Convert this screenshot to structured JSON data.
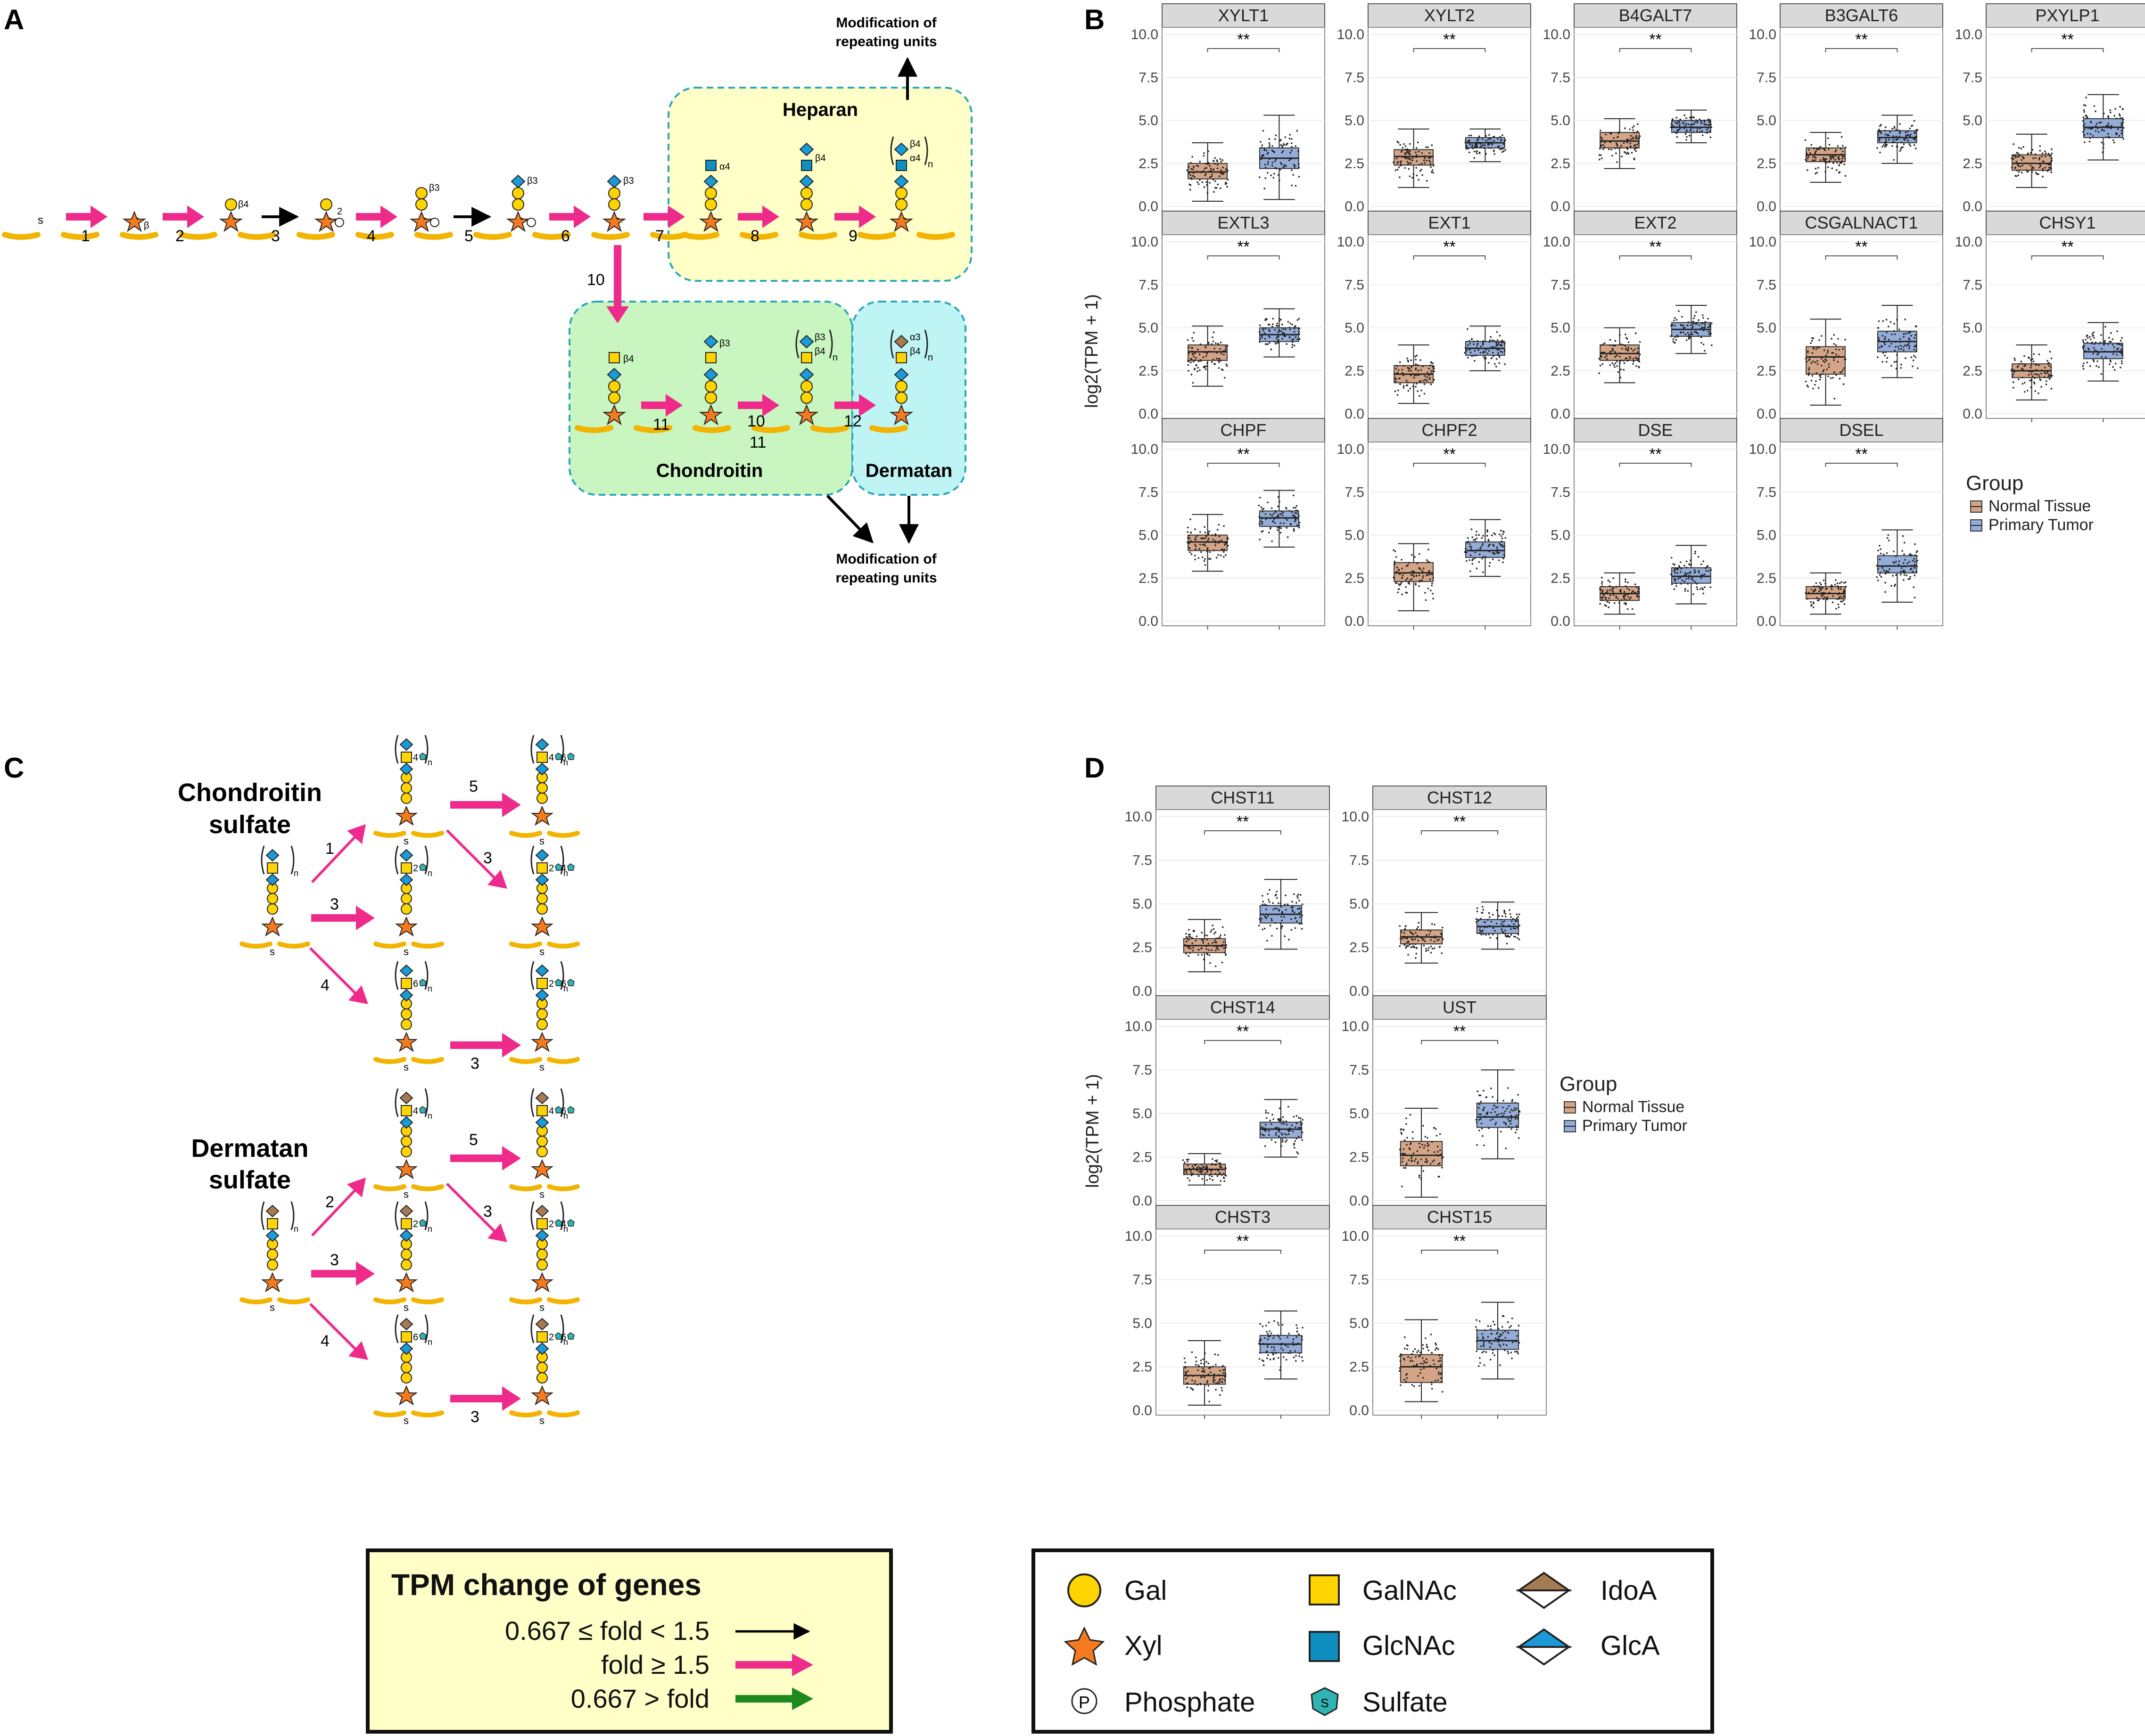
{
  "panel_labels": [
    "A",
    "B",
    "C",
    "D"
  ],
  "panelA": {
    "s": "s",
    "beta": "β",
    "steps": [
      "1",
      "2",
      "3",
      "4",
      "5",
      "6",
      "7",
      "8",
      "9",
      "10",
      "11",
      "10",
      "11",
      "12"
    ],
    "linkages": [
      "β4",
      "2",
      "β3",
      "β3",
      "β3",
      "α4",
      "β4",
      "β4",
      "α4",
      "β4",
      "β3",
      "β3",
      "β4",
      "α3",
      "β4"
    ],
    "subscript_n": "n",
    "region_heparan": "Heparan",
    "region_chondroitin": "Chondroitin",
    "region_dermatan": "Dermatan",
    "modification_label_line1": "Modification of",
    "modification_label_line2": "repeating units"
  },
  "panelC": {
    "cs_title_line1": "Chondroitin",
    "cs_title_line2": "sulfate",
    "ds_title_line1": "Dermatan",
    "ds_title_line2": "sulfate",
    "cs_steps": [
      "1",
      "3",
      "4",
      "5",
      "3",
      "3"
    ],
    "ds_steps": [
      "2",
      "3",
      "4",
      "5",
      "3",
      "3"
    ],
    "sulfate_marks": [
      "4",
      "2",
      "6",
      "4",
      "6",
      "2",
      "4",
      "2",
      "6"
    ],
    "subscript_n": "n",
    "s": "s"
  },
  "chart_data": [
    {
      "type": "box",
      "panel": "B",
      "ylabel": "log2(TPM + 1)",
      "ylim": [
        0,
        10
      ],
      "yticks": [
        "0.0",
        "2.5",
        "5.0",
        "7.5",
        "10.0"
      ],
      "significance": "**",
      "legend_title": "Group",
      "series_names": [
        "Normal Tissue",
        "Primary Tumor"
      ],
      "colors": {
        "Normal Tissue": "#d4a487",
        "Primary Tumor": "#93acd8"
      },
      "facets": [
        {
          "gene": "XYLT1",
          "normal": {
            "min": 0.3,
            "q1": 1.6,
            "median": 2.0,
            "q3": 2.5,
            "max": 3.7
          },
          "tumor": {
            "min": 0.4,
            "q1": 2.2,
            "median": 2.8,
            "q3": 3.4,
            "max": 5.3
          }
        },
        {
          "gene": "XYLT2",
          "normal": {
            "min": 1.1,
            "q1": 2.4,
            "median": 2.9,
            "q3": 3.3,
            "max": 4.5
          },
          "tumor": {
            "min": 2.6,
            "q1": 3.4,
            "median": 3.7,
            "q3": 4.0,
            "max": 4.5
          }
        },
        {
          "gene": "B4GALT7",
          "normal": {
            "min": 2.2,
            "q1": 3.4,
            "median": 3.8,
            "q3": 4.3,
            "max": 5.1
          },
          "tumor": {
            "min": 3.7,
            "q1": 4.3,
            "median": 4.6,
            "q3": 5.0,
            "max": 5.6
          }
        },
        {
          "gene": "B3GALT6",
          "normal": {
            "min": 1.4,
            "q1": 2.6,
            "median": 3.0,
            "q3": 3.4,
            "max": 4.3
          },
          "tumor": {
            "min": 2.5,
            "q1": 3.7,
            "median": 4.0,
            "q3": 4.4,
            "max": 5.3
          }
        },
        {
          "gene": "PXYLP1",
          "normal": {
            "min": 1.1,
            "q1": 2.1,
            "median": 2.5,
            "q3": 3.0,
            "max": 4.2
          },
          "tumor": {
            "min": 2.7,
            "q1": 4.0,
            "median": 4.6,
            "q3": 5.1,
            "max": 6.5
          }
        },
        {
          "gene": "EXTL3",
          "normal": {
            "min": 1.6,
            "q1": 3.1,
            "median": 3.6,
            "q3": 4.0,
            "max": 5.1
          },
          "tumor": {
            "min": 3.3,
            "q1": 4.2,
            "median": 4.6,
            "q3": 5.0,
            "max": 6.1
          }
        },
        {
          "gene": "EXT1",
          "normal": {
            "min": 0.6,
            "q1": 1.8,
            "median": 2.3,
            "q3": 2.8,
            "max": 4.0
          },
          "tumor": {
            "min": 2.5,
            "q1": 3.4,
            "median": 3.8,
            "q3": 4.2,
            "max": 5.1
          }
        },
        {
          "gene": "EXT2",
          "normal": {
            "min": 1.8,
            "q1": 3.1,
            "median": 3.5,
            "q3": 4.0,
            "max": 5.0
          },
          "tumor": {
            "min": 3.5,
            "q1": 4.5,
            "median": 4.9,
            "q3": 5.3,
            "max": 6.3
          }
        },
        {
          "gene": "CSGALNACT1",
          "normal": {
            "min": 0.5,
            "q1": 2.3,
            "median": 3.3,
            "q3": 3.9,
            "max": 5.5
          },
          "tumor": {
            "min": 2.1,
            "q1": 3.6,
            "median": 4.2,
            "q3": 4.8,
            "max": 6.3
          }
        },
        {
          "gene": "CHSY1",
          "normal": {
            "min": 0.8,
            "q1": 2.1,
            "median": 2.5,
            "q3": 2.9,
            "max": 4.0
          },
          "tumor": {
            "min": 1.9,
            "q1": 3.2,
            "median": 3.6,
            "q3": 4.1,
            "max": 5.3
          }
        },
        {
          "gene": "CHPF",
          "normal": {
            "min": 2.9,
            "q1": 4.1,
            "median": 4.6,
            "q3": 5.0,
            "max": 6.2
          },
          "tumor": {
            "min": 4.3,
            "q1": 5.5,
            "median": 6.0,
            "q3": 6.4,
            "max": 7.6
          }
        },
        {
          "gene": "CHPF2",
          "normal": {
            "min": 0.6,
            "q1": 2.3,
            "median": 2.8,
            "q3": 3.4,
            "max": 4.5
          },
          "tumor": {
            "min": 2.6,
            "q1": 3.7,
            "median": 4.1,
            "q3": 4.6,
            "max": 5.9
          }
        },
        {
          "gene": "DSE",
          "normal": {
            "min": 0.4,
            "q1": 1.2,
            "median": 1.6,
            "q3": 2.0,
            "max": 2.8
          },
          "tumor": {
            "min": 1.0,
            "q1": 2.2,
            "median": 2.6,
            "q3": 3.1,
            "max": 4.4
          }
        },
        {
          "gene": "DSEL",
          "normal": {
            "min": 0.4,
            "q1": 1.3,
            "median": 1.6,
            "q3": 2.0,
            "max": 2.8
          },
          "tumor": {
            "min": 1.1,
            "q1": 2.8,
            "median": 3.2,
            "q3": 3.8,
            "max": 5.3
          }
        }
      ]
    },
    {
      "type": "box",
      "panel": "D",
      "ylabel": "log2(TPM + 1)",
      "ylim": [
        0,
        10
      ],
      "yticks": [
        "0.0",
        "2.5",
        "5.0",
        "7.5",
        "10.0"
      ],
      "significance": "**",
      "legend_title": "Group",
      "series_names": [
        "Normal Tissue",
        "Primary Tumor"
      ],
      "colors": {
        "Normal Tissue": "#d4a487",
        "Primary Tumor": "#93acd8"
      },
      "facets": [
        {
          "gene": "CHST11",
          "normal": {
            "min": 1.1,
            "q1": 2.2,
            "median": 2.6,
            "q3": 3.0,
            "max": 4.1
          },
          "tumor": {
            "min": 2.4,
            "q1": 3.9,
            "median": 4.4,
            "q3": 4.9,
            "max": 6.4
          }
        },
        {
          "gene": "CHST12",
          "normal": {
            "min": 1.6,
            "q1": 2.7,
            "median": 3.1,
            "q3": 3.5,
            "max": 4.5
          },
          "tumor": {
            "min": 2.4,
            "q1": 3.3,
            "median": 3.7,
            "q3": 4.1,
            "max": 5.1
          }
        },
        {
          "gene": "CHST14",
          "normal": {
            "min": 0.9,
            "q1": 1.5,
            "median": 1.8,
            "q3": 2.1,
            "max": 2.7
          },
          "tumor": {
            "min": 2.5,
            "q1": 3.6,
            "median": 4.1,
            "q3": 4.5,
            "max": 5.8
          }
        },
        {
          "gene": "UST",
          "normal": {
            "min": 0.2,
            "q1": 2.0,
            "median": 2.6,
            "q3": 3.4,
            "max": 5.3
          },
          "tumor": {
            "min": 2.4,
            "q1": 4.2,
            "median": 4.8,
            "q3": 5.6,
            "max": 7.5
          }
        },
        {
          "gene": "CHST3",
          "normal": {
            "min": 0.3,
            "q1": 1.5,
            "median": 2.0,
            "q3": 2.5,
            "max": 4.0
          },
          "tumor": {
            "min": 1.8,
            "q1": 3.3,
            "median": 3.8,
            "q3": 4.3,
            "max": 5.7
          }
        },
        {
          "gene": "CHST15",
          "normal": {
            "min": 0.5,
            "q1": 1.6,
            "median": 2.5,
            "q3": 3.2,
            "max": 5.2
          },
          "tumor": {
            "min": 1.8,
            "q1": 3.5,
            "median": 4.0,
            "q3": 4.6,
            "max": 6.2
          }
        }
      ]
    }
  ],
  "tpm_legend": {
    "title": "TPM change of genes",
    "row1": "0.667 ≤ fold < 1.5",
    "row2": "fold ≥ 1.5",
    "row3": "0.667 > fold",
    "colors": {
      "row1": "#000000",
      "row2": "#ee2b8b",
      "row3": "#1e8a1e"
    }
  },
  "symbol_key": {
    "gal": "Gal",
    "xyl": "Xyl",
    "phosphate": "Phosphate",
    "galnac": "GalNAc",
    "glcnac": "GlcNAc",
    "sulfate": "Sulfate",
    "idoa": "IdoA",
    "glca": "GlcA",
    "phosphate_glyph": "P",
    "sulfate_glyph": "S",
    "colors": {
      "gal": "#ffd400",
      "xyl": "#f47a20",
      "galnac": "#ffd400",
      "glcnac": "#0f8fbf",
      "idoa": "#a57c52",
      "glca": "#1a9ad6",
      "sulfate": "#2fb3b3"
    }
  }
}
